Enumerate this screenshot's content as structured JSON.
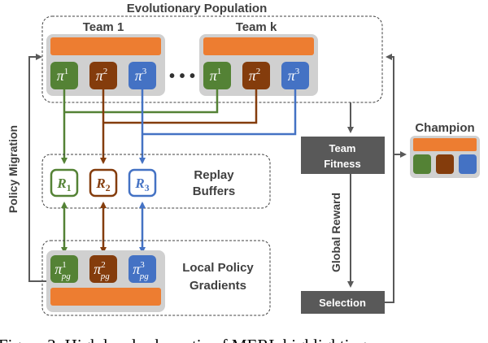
{
  "colors": {
    "orange": "#ED7D31",
    "green": "#548235",
    "brown": "#843C0C",
    "blue": "#4472C4",
    "team_bg": "#D0D0D0",
    "dark_box": "#595959",
    "line": "#595959"
  },
  "population": {
    "title": "Evolutionary Population",
    "team1_label": "Team 1",
    "teamk_label": "Team k",
    "dots": "• • •"
  },
  "policies": {
    "pi": "π",
    "sup1": "1",
    "sup2": "2",
    "sup3": "3",
    "pg": "pg"
  },
  "replay": {
    "R": "R",
    "sub1": "1",
    "sub2": "2",
    "sub3": "3",
    "label_line1": "Replay",
    "label_line2": "Buffers"
  },
  "local": {
    "label_line1": "Local Policy",
    "label_line2": "Gradients"
  },
  "team_fitness": {
    "line1": "Team",
    "line2": "Fitness"
  },
  "selection": "Selection",
  "champion": "Champion",
  "policy_migration": "Policy Migration",
  "global_reward": "Global Reward",
  "caption": "Figure 3: High level schematic of MERL highlighting"
}
